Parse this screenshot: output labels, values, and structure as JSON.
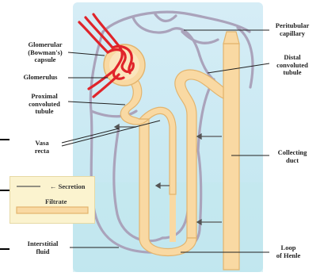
{
  "labels": {
    "glomerular_capsule": "Glomerular\n(Bowman's)\ncapsule",
    "glomerulus": "Glomerulus",
    "proximal_tubule": "Proximal\nconvoluted\ntubule",
    "vasa_recta": "Vasa\nrecta",
    "interstitial_fluid": "Interstitial\nfluid",
    "peritubular_capillary": "Peritubular\ncapillary",
    "distal_tubule": "Distal\nconvoluted\ntubule",
    "collecting_duct": "Collecting\nduct",
    "loop_of_henle": "Loop\nof Henle"
  },
  "legend": {
    "secretion": "← Secretion",
    "filtrate": "Filtrate"
  },
  "colors": {
    "background_panel": "#cfe9f4",
    "panel_bottom": "#bfe6ef",
    "tubule_fill": "#f9d9a3",
    "tubule_stroke": "#e3b46d",
    "capillary": "#a9a2b8",
    "arteriole": "#e0242b",
    "legend_bg": "#fbf3cf"
  }
}
